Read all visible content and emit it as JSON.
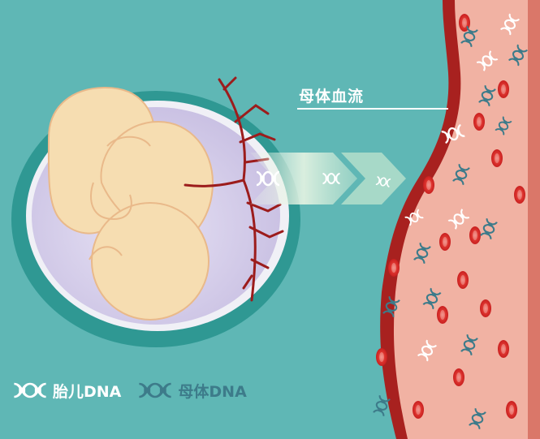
{
  "labels": {
    "maternal_blood": "母体血流"
  },
  "legend": {
    "fetal_dna": "胎儿DNA",
    "maternal_dna": "母体DNA"
  },
  "colors": {
    "background": "#5fb7b5",
    "fetal_dna": "#ffffff",
    "maternal_dna": "#3d7b8a",
    "red_blood_cell": "#d92626",
    "vessel_wall": "#a8211f",
    "vessel_fill": "#f1b2a3",
    "uterus_rim": "#2f9893",
    "amniotic_sac": "#dcd6ef",
    "fetus_skin": "#f6ddb1",
    "blood_vessel_branch": "#9c1c1c"
  },
  "icons": [
    "dna-helix-icon",
    "red-blood-cell-icon",
    "fetus-illustration",
    "arrow-icon"
  ]
}
